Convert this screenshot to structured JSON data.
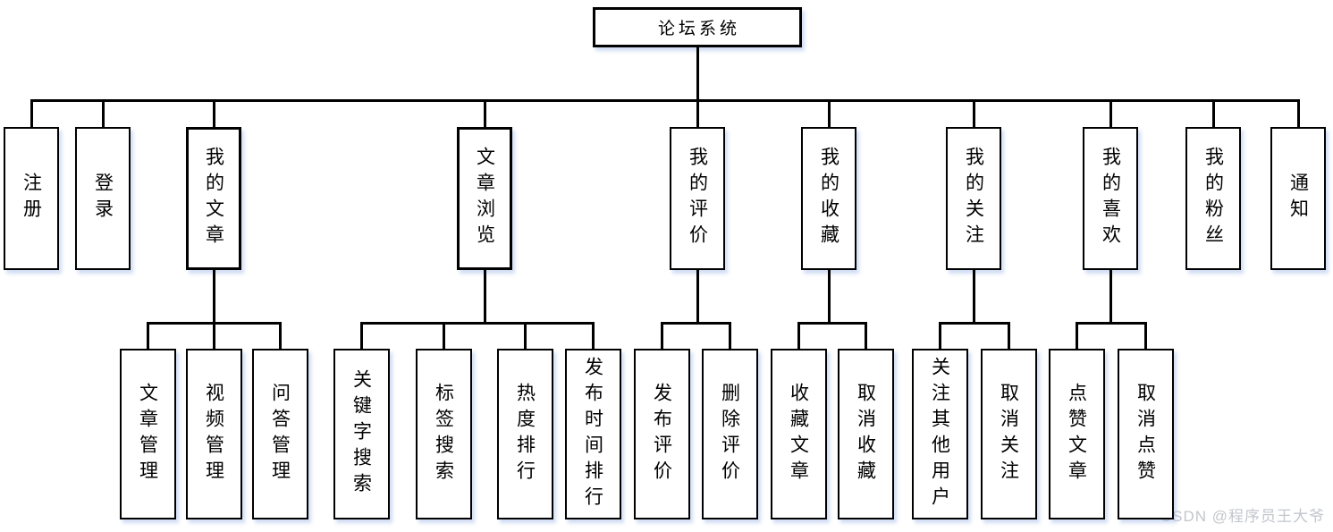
{
  "diagram": {
    "root": {
      "label": "论坛系统"
    },
    "level1": [
      {
        "label": "注册",
        "children": []
      },
      {
        "label": "登录",
        "children": []
      },
      {
        "label": "我的文章",
        "children": [
          {
            "label": "文章管理"
          },
          {
            "label": "视频管理"
          },
          {
            "label": "问答管理"
          }
        ]
      },
      {
        "label": "文章浏览",
        "children": [
          {
            "label": "关键字搜索"
          },
          {
            "label": "标签搜索"
          },
          {
            "label": "热度排行"
          },
          {
            "label": "发布时间排行"
          }
        ]
      },
      {
        "label": "我的评价",
        "children": [
          {
            "label": "发布评价"
          },
          {
            "label": "删除评价"
          }
        ]
      },
      {
        "label": "我的收藏",
        "children": [
          {
            "label": "收藏文章"
          },
          {
            "label": "取消收藏"
          }
        ]
      },
      {
        "label": "我的关注",
        "children": [
          {
            "label": "关注其他用户"
          },
          {
            "label": "取消关注"
          }
        ]
      },
      {
        "label": "我的喜欢",
        "children": [
          {
            "label": "点赞文章"
          },
          {
            "label": "取消点赞"
          }
        ]
      },
      {
        "label": "我的粉丝",
        "children": []
      },
      {
        "label": "通知",
        "children": []
      }
    ]
  },
  "watermark": "CSDN @程序员王大爷",
  "colors": {
    "line": "#000000",
    "node_background": "#ffffff",
    "node_border": "#000000",
    "node_shadow": "#c9d8f0",
    "watermark_text": "#c2c6cc"
  }
}
